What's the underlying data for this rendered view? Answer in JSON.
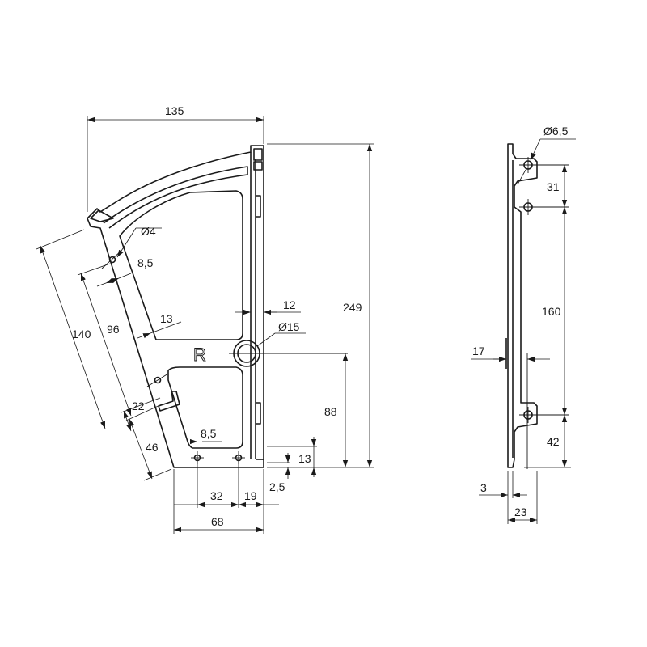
{
  "part_mark": "R",
  "dimensions": {
    "width_135": "135",
    "height_249": "249",
    "length_140": "140",
    "length_96": "96",
    "hole_dia_4": "Ø4",
    "spacing_8_5_top": "8,5",
    "width_13": "13",
    "offset_12": "12",
    "bore_dia_15": "Ø15",
    "height_88": "88",
    "spacing_22": "22",
    "spacing_46": "46",
    "spacing_8_5_bottom": "8,5",
    "height_13": "13",
    "thickness_2_5": "2,5",
    "spacing_32": "32",
    "spacing_19": "19",
    "width_68": "68",
    "hole_dia_6_5": "Ø6,5",
    "spacing_31": "31",
    "spacing_160": "160",
    "offset_17": "17",
    "height_42": "42",
    "thickness_3": "3",
    "depth_23": "23"
  }
}
